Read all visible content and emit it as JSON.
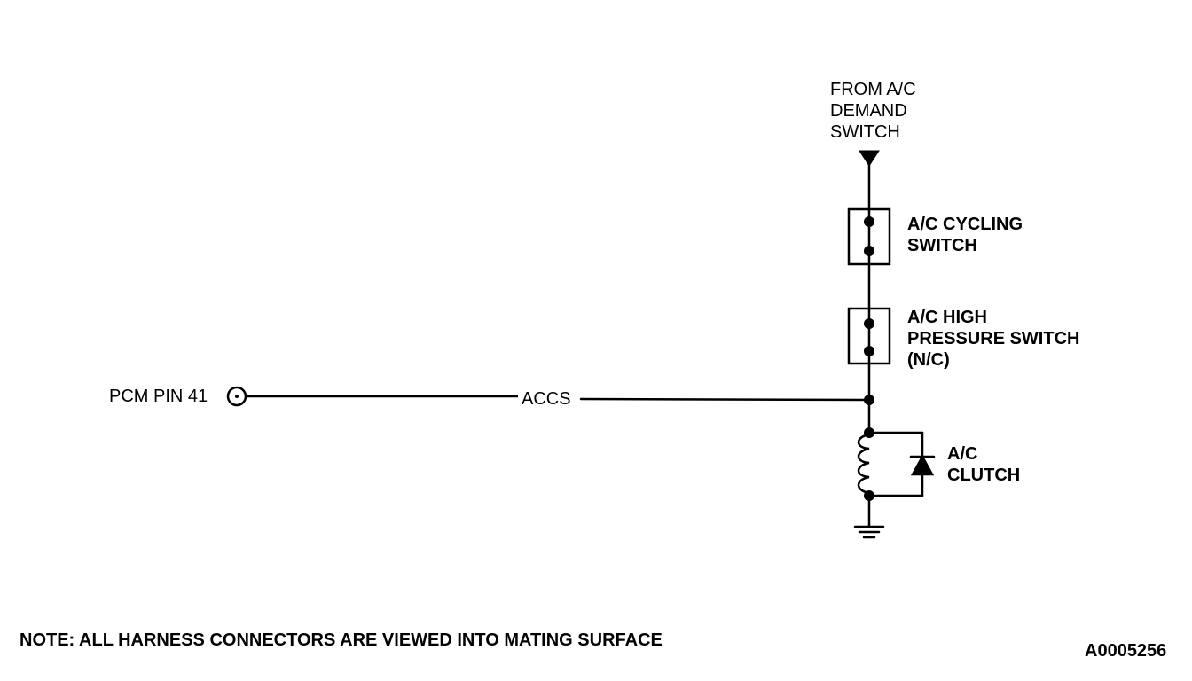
{
  "source": {
    "lines": [
      "FROM A/C",
      "DEMAND",
      "SWITCH"
    ]
  },
  "components": {
    "cycling_switch": {
      "lines": [
        "A/C CYCLING",
        "SWITCH"
      ]
    },
    "high_pressure_switch": {
      "lines": [
        "A/C HIGH",
        "PRESSURE SWITCH",
        "(N/C)"
      ]
    },
    "clutch": {
      "lines": [
        "A/C",
        "CLUTCH"
      ]
    }
  },
  "pcm": {
    "label": "PCM PIN 41"
  },
  "wire": {
    "label": "ACCS"
  },
  "note": "NOTE: ALL HARNESS CONNECTORS ARE VIEWED INTO MATING SURFACE",
  "figure_id": "A0005256"
}
